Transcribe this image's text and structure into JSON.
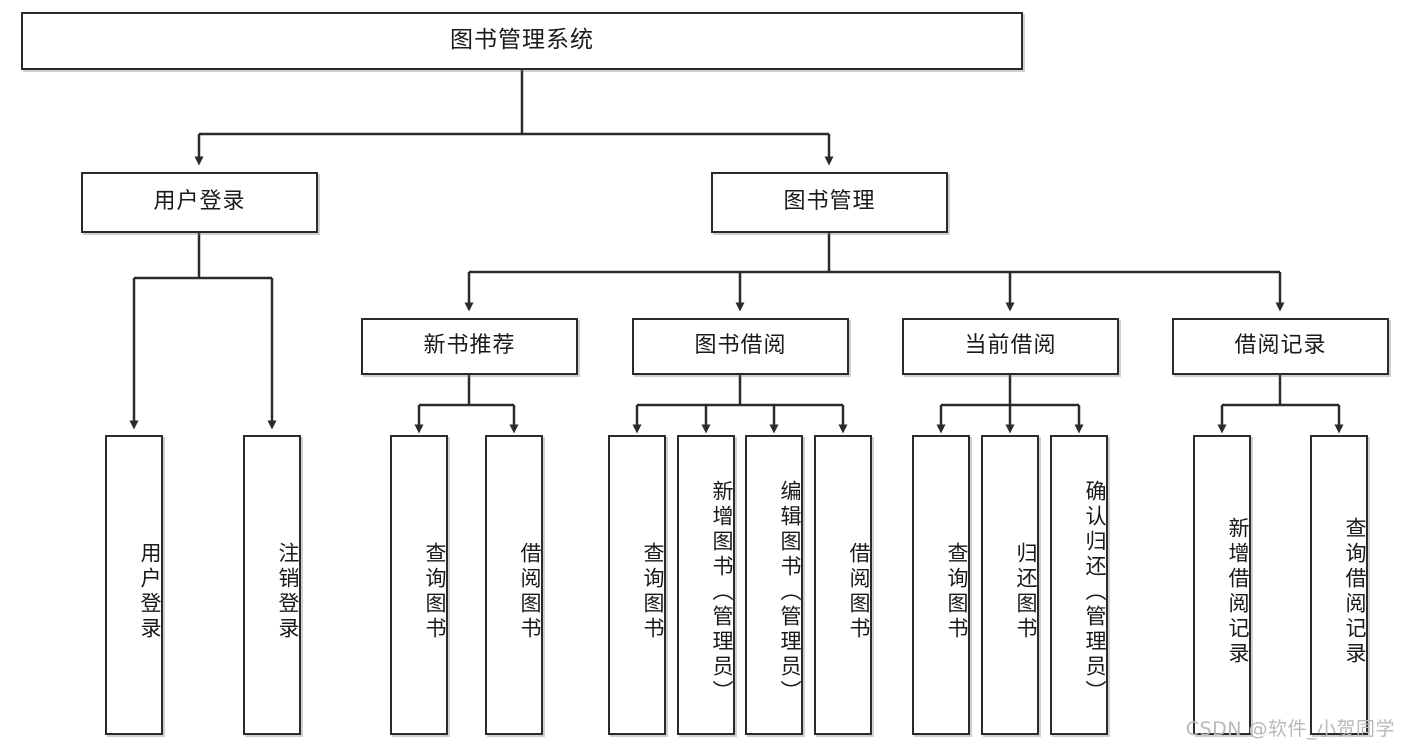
{
  "diagram": {
    "title": "图书管理系统",
    "type": "hierarchy-tree",
    "levels": 3,
    "root": {
      "id": "root",
      "label": "图书管理系统"
    },
    "level1": [
      {
        "id": "user-login",
        "label": "用户登录"
      },
      {
        "id": "book-manage",
        "label": "图书管理"
      }
    ],
    "level2": [
      {
        "id": "new-book-recommend",
        "label": "新书推荐",
        "parent": "book-manage"
      },
      {
        "id": "book-borrow",
        "label": "图书借阅",
        "parent": "book-manage"
      },
      {
        "id": "current-borrow",
        "label": "当前借阅",
        "parent": "book-manage"
      },
      {
        "id": "borrow-record",
        "label": "借阅记录",
        "parent": "book-manage"
      }
    ],
    "leaves": [
      {
        "id": "leaf-user-login",
        "label": "用户登录",
        "parent": "user-login"
      },
      {
        "id": "leaf-logout-login",
        "label": "注销登录",
        "parent": "user-login"
      },
      {
        "id": "leaf-query-book-1",
        "label": "查询图书",
        "parent": "new-book-recommend"
      },
      {
        "id": "leaf-borrow-book-1",
        "label": "借阅图书",
        "parent": "new-book-recommend"
      },
      {
        "id": "leaf-query-book-2",
        "label": "查询图书",
        "parent": "book-borrow"
      },
      {
        "id": "leaf-add-book",
        "label": "新增图书（管理员）",
        "parent": "book-borrow"
      },
      {
        "id": "leaf-edit-book",
        "label": "编辑图书（管理员）",
        "parent": "book-borrow"
      },
      {
        "id": "leaf-borrow-book-2",
        "label": "借阅图书",
        "parent": "book-borrow"
      },
      {
        "id": "leaf-query-book-3",
        "label": "查询图书",
        "parent": "current-borrow"
      },
      {
        "id": "leaf-return-book",
        "label": "归还图书",
        "parent": "current-borrow"
      },
      {
        "id": "leaf-confirm-return",
        "label": "确认归还（管理员）",
        "parent": "current-borrow"
      },
      {
        "id": "leaf-add-record",
        "label": "新增借阅记录",
        "parent": "borrow-record"
      },
      {
        "id": "leaf-query-record",
        "label": "查询借阅记录",
        "parent": "borrow-record"
      }
    ]
  },
  "watermark": {
    "text": "CSDN @软件_小贺同学"
  },
  "colors": {
    "stroke": "#2b2b2b",
    "fill": "#ffffff",
    "text": "#1a1a1a",
    "watermark": "#b9b9b9"
  }
}
